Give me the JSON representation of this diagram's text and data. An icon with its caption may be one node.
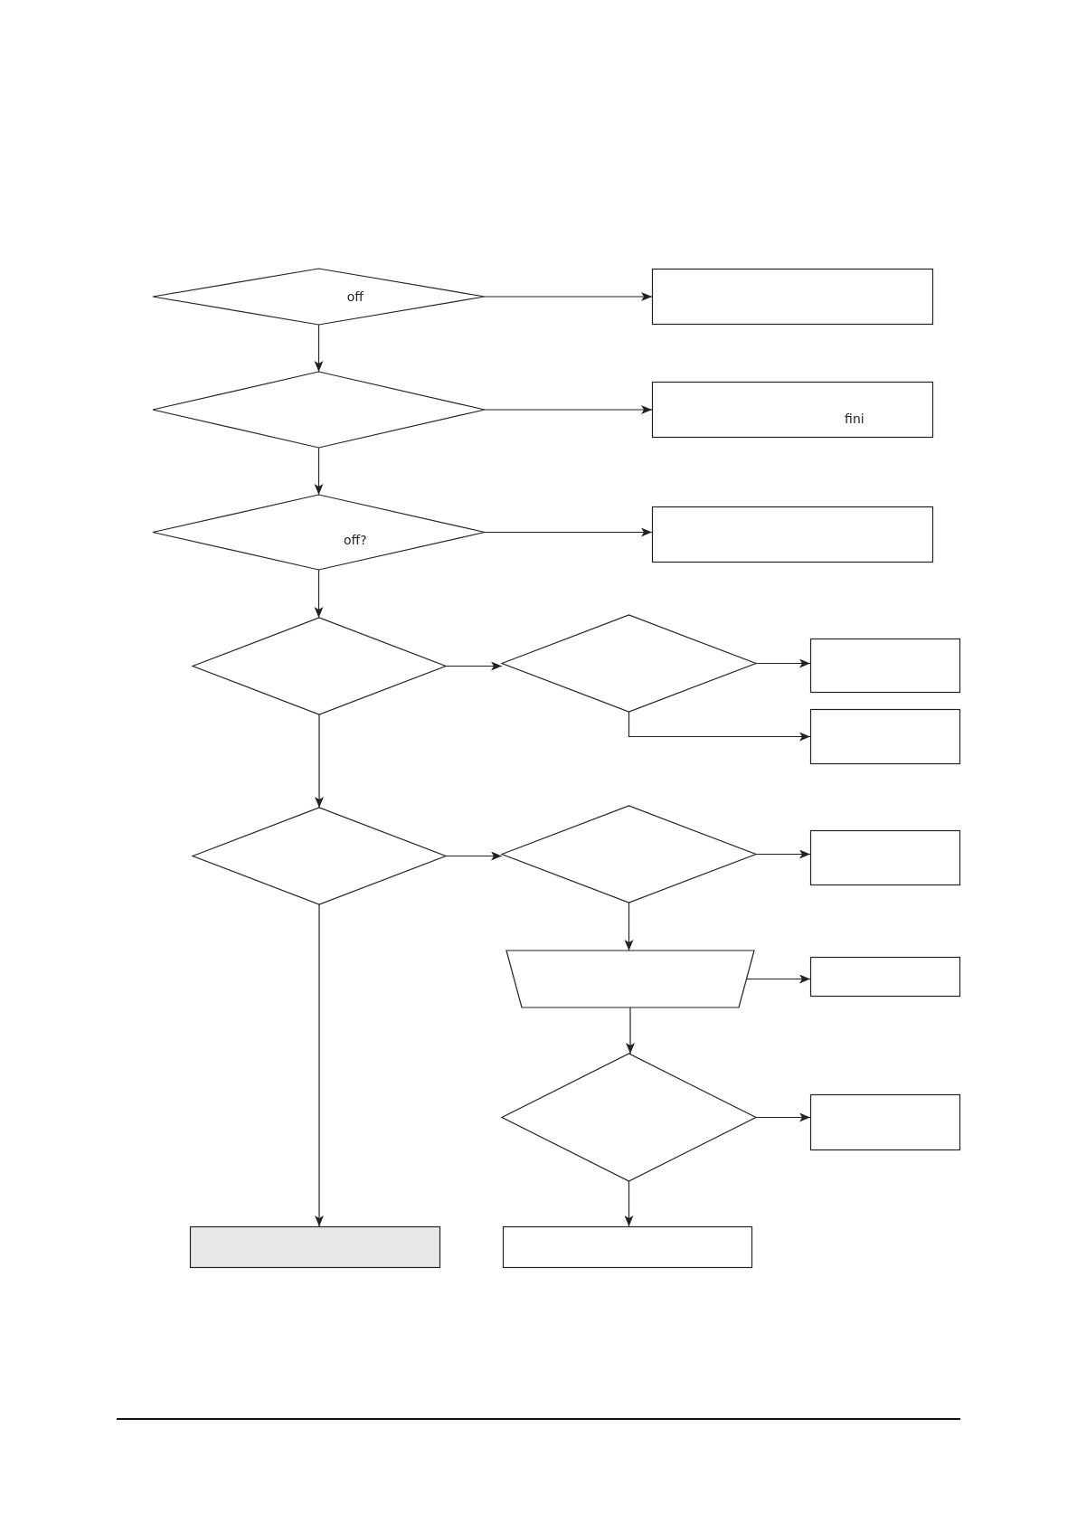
{
  "diagram": {
    "nodes": [
      {
        "text": [
          "off"
        ]
      },
      {
        "text": [],
        "shape": "box"
      },
      {
        "text": [],
        "shape": "diamond"
      },
      {
        "text": [
          "fini"
        ]
      },
      {
        "text": [
          "off?"
        ]
      },
      {
        "text": [],
        "shape": "box"
      },
      {
        "text": [],
        "shape": "diamond"
      },
      {
        "text": [],
        "shape": "diamond"
      },
      {
        "text": [],
        "shape": "box"
      },
      {
        "text": [],
        "shape": "box"
      },
      {
        "text": [],
        "shape": "diamond"
      },
      {
        "text": [],
        "shape": "diamond"
      },
      {
        "text": [],
        "shape": "box"
      },
      {
        "text": [],
        "shape": "trapezoid"
      },
      {
        "text": [],
        "shape": "box"
      },
      {
        "text": [],
        "shape": "diamond"
      },
      {
        "text": [],
        "shape": "box"
      },
      {
        "text": [],
        "shape": "box"
      },
      {
        "text": [],
        "shape": "box"
      }
    ],
    "edges": [
      {
        "from": 0,
        "to": 1,
        "arrow": "to"
      },
      {
        "from": 0,
        "to": 2,
        "arrow": "to"
      },
      {
        "from": 2,
        "to": 3,
        "arrow": "to"
      },
      {
        "from": 2,
        "to": 4,
        "arrow": "to"
      },
      {
        "from": 4,
        "to": 5,
        "arrow": "to"
      },
      {
        "from": 4,
        "to": 6,
        "arrow": "to"
      },
      {
        "from": 6,
        "to": 7,
        "arrow": "to"
      },
      {
        "from": 7,
        "to": 8,
        "arrow": "to"
      },
      {
        "from": 7,
        "to": 9,
        "arrow": "to"
      },
      {
        "from": 6,
        "to": 10,
        "arrow": "to"
      },
      {
        "from": 10,
        "to": 11,
        "arrow": "to"
      },
      {
        "from": 11,
        "to": 12,
        "arrow": "to"
      },
      {
        "from": 11,
        "to": 13,
        "arrow": "to"
      },
      {
        "from": 13,
        "to": 14,
        "arrow": "to"
      },
      {
        "from": 13,
        "to": 15,
        "arrow": "to"
      },
      {
        "from": 15,
        "to": 16,
        "arrow": "to"
      },
      {
        "from": 15,
        "to": 18,
        "arrow": "to"
      },
      {
        "from": 10,
        "to": 17,
        "arrow": "to"
      }
    ]
  }
}
